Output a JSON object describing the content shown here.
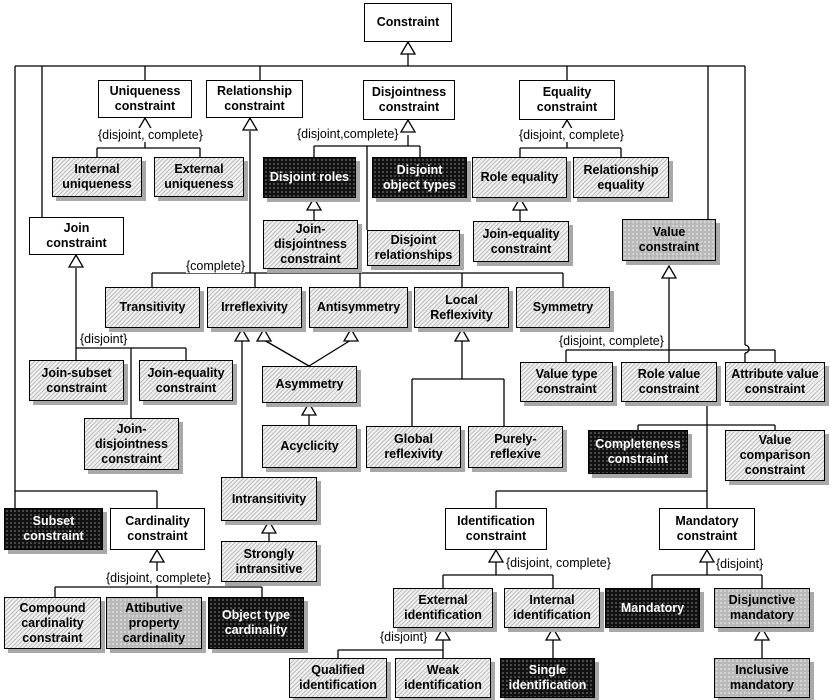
{
  "nodes": {
    "constraint": "Constraint",
    "uniqueness": "Uniqueness\nconstraint",
    "relationship": "Relationship\nconstraint",
    "disjointness": "Disjointness\nconstraint",
    "equality": "Equality\nconstraint",
    "internal_uniqueness": "Internal\nuniqueness",
    "external_uniqueness": "External\nuniqueness",
    "disjoint_roles": "Disjoint roles",
    "disjoint_object_types": "Disjoint\nobject types",
    "role_equality": "Role equality",
    "relationship_equality": "Relationship\nequality",
    "join_constraint": "Join\nconstraint",
    "join_disjointness_top": "Join-\ndisjointness\nconstraint",
    "disjoint_relationships": "Disjoint\nrelationships",
    "join_equality_top": "Join-equality\nconstraint",
    "value_constraint": "Value\nconstraint",
    "transitivity": "Transitivity",
    "irreflexivity": "Irreflexivity",
    "antisymmetry": "Antisymmetry",
    "local_reflexivity": "Local\nReflexivity",
    "symmetry": "Symmetry",
    "join_subset": "Join-subset\nconstraint",
    "join_equality_bottom": "Join-equality\nconstraint",
    "asymmetry": "Asymmetry",
    "value_type_constraint": "Value type\nconstraint",
    "role_value_constraint": "Role value\nconstraint",
    "attribute_value_constraint": "Attribute value\nconstraint",
    "join_disjointness_bottom": "Join-\ndisjointness\nconstraint",
    "acyclicity": "Acyclicity",
    "global_reflexivity": "Global\nreflexivity",
    "purely_reflexive": "Purely-\nreflexive",
    "completeness_constraint": "Completeness\nconstraint",
    "value_comparison_constraint": "Value\ncomparison\nconstraint",
    "intransitivity": "Intransitivity",
    "subset_constraint": "Subset\nconstraint",
    "cardinality_constraint": "Cardinality\nconstraint",
    "identification_constraint": "Identification\nconstraint",
    "mandatory_constraint": "Mandatory\nconstraint",
    "strongly_intransitive": "Strongly\nintransitive",
    "compound_cardinality": "Compound\ncardinality\nconstraint",
    "attributive_property_cardinality": "Attibutive\nproperty\ncardinality",
    "object_type_cardinality": "Object type\ncardinality",
    "external_identification": "External\nidentification",
    "internal_identification": "Internal\nidentification",
    "mandatory": "Mandatory",
    "disjunctive_mandatory": "Disjunctive\nmandatory",
    "qualified_identification": "Qualified\nidentification",
    "weak_identification": "Weak\nidentification",
    "single_identification": "Single\nidentification",
    "inclusive_mandatory": "Inclusive\nmandatory"
  },
  "labels": {
    "uniqueness_gs": "{disjoint, complete}",
    "disjointness_gs": "{disjoint,complete}",
    "equality_gs": "{disjoint, complete}",
    "relationship_gs": "{complete}",
    "join_gs": "{disjoint}",
    "value_gs": "{disjoint, complete}",
    "cardinality_gs": "{disjoint, complete}",
    "identification_gs": "{disjoint, complete}",
    "mandatory_gs": "{disjoint}",
    "external_identification_gs": "{disjoint}"
  }
}
